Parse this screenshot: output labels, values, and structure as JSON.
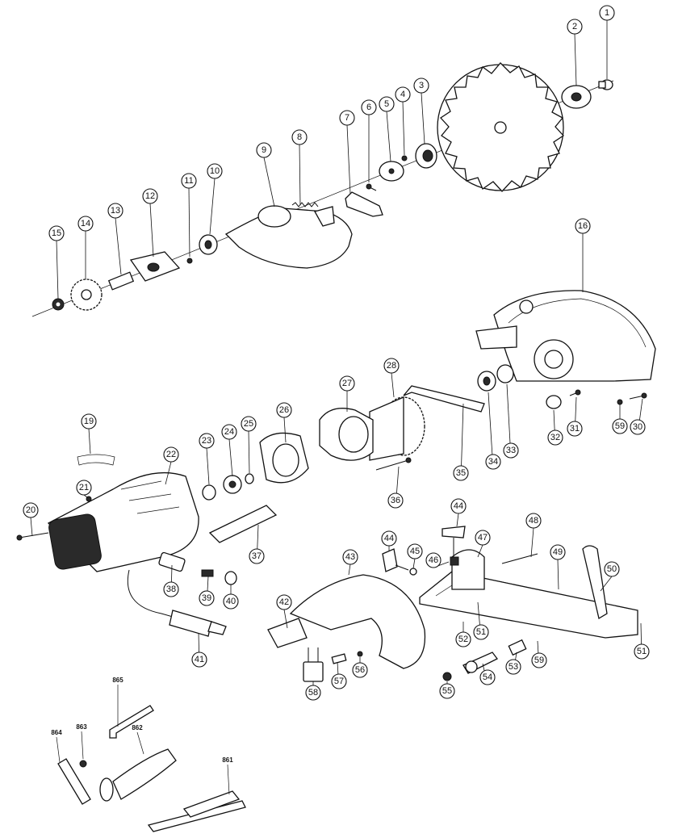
{
  "callouts": [
    "1",
    "2",
    "3",
    "4",
    "5",
    "6",
    "7",
    "8",
    "9",
    "10",
    "11",
    "12",
    "13",
    "14",
    "15",
    "16",
    "19",
    "20",
    "21",
    "22",
    "23",
    "24",
    "25",
    "26",
    "27",
    "28",
    "30",
    "31",
    "32",
    "33",
    "34",
    "35",
    "36",
    "37",
    "38",
    "39",
    "40",
    "41",
    "42",
    "43",
    "44",
    "44",
    "45",
    "46",
    "47",
    "48",
    "49",
    "50",
    "51",
    "51",
    "52",
    "53",
    "54",
    "55",
    "56",
    "57",
    "58",
    "59",
    "59"
  ],
  "accessories": [
    "865",
    "864",
    "863",
    "862",
    "861"
  ]
}
